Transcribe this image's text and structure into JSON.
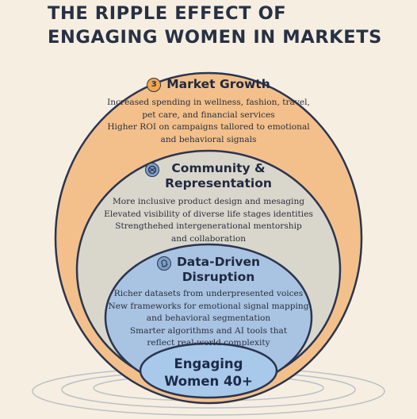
{
  "title": {
    "line1": "THE RIPPLE EFFECT OF",
    "line2": "ENGAGING WOMEN IN MARKETS"
  },
  "layers": [
    {
      "icon": "number-3-badge-icon",
      "badge_text": "3",
      "heading": [
        "Market Growth"
      ],
      "lines": [
        "Increased spending in wellness, fashion, travel,",
        "pet care, and financial services",
        "Higher ROI on campaigns tallored to emotional",
        "and behavioral signals"
      ],
      "color": "#f3c08b"
    },
    {
      "icon": "community-globe-icon",
      "heading": [
        "Community &",
        "Representation"
      ],
      "lines": [
        "More inclusive product design and mesaging",
        "Elevated visibility of diverse life stages identities",
        "Strengthehed intergenerational mentorship",
        "and collaboration"
      ],
      "color": "#d9d6cc"
    },
    {
      "icon": "head-profile-icon",
      "heading": [
        "Data-Driven",
        "Disruption"
      ],
      "lines": [
        "Richer datasets from underpresented voices",
        "New frameworks for emotional signal mapping",
        "and behavioral segmentation",
        "Smarter algorithms and AI tools that",
        "reflect real-world complexity"
      ],
      "color": "#a9c4e2"
    }
  ],
  "core": {
    "line1": "Engaging",
    "line2": "Women 40+",
    "color": "#a9c9ea"
  }
}
